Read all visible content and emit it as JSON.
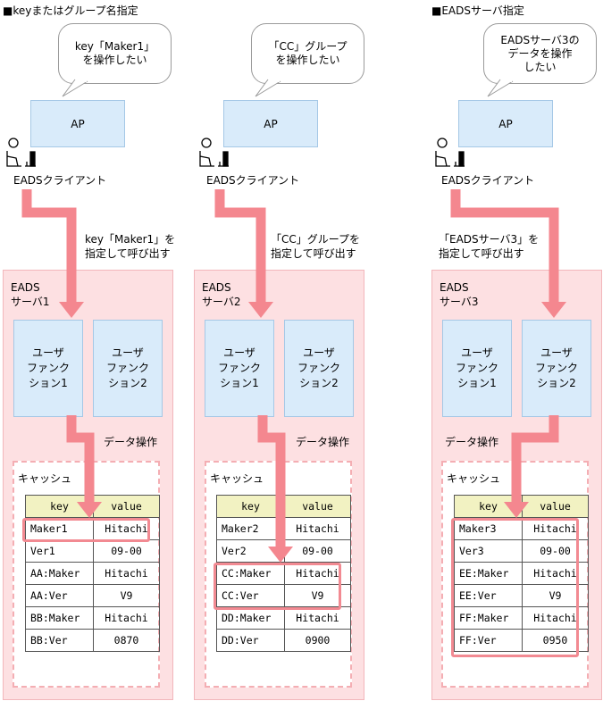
{
  "headings": {
    "left": "■keyまたはグループ名指定",
    "right": "■EADSサーバ指定"
  },
  "scenarios": [
    {
      "bubble": [
        "key「Maker1」",
        "を操作したい"
      ],
      "ap": "AP",
      "client": "EADSクライアント",
      "call": [
        "key「Maker1」を",
        "指定して呼び出す"
      ],
      "server": [
        "EADS",
        "サーバ1"
      ],
      "functions": [
        [
          "ユーザ",
          "ファンク",
          "ション1"
        ],
        [
          "ユーザ",
          "ファンク",
          "ション2"
        ]
      ],
      "operation": "データ操作",
      "cache": "キャッシュ",
      "columns": [
        "key",
        "value"
      ],
      "rows": [
        [
          "Maker1",
          "Hitachi"
        ],
        [
          "Ver1",
          "09-00"
        ],
        [
          "AA:Maker",
          "Hitachi"
        ],
        [
          "AA:Ver",
          "V9"
        ],
        [
          "BB:Maker",
          "Hitachi"
        ],
        [
          "BB:Ver",
          "0870"
        ]
      ]
    },
    {
      "bubble": [
        "「CC」グループ",
        "を操作したい"
      ],
      "ap": "AP",
      "client": "EADSクライアント",
      "call": [
        "「CC」グループを",
        "指定して呼び出す"
      ],
      "server": [
        "EADS",
        "サーバ2"
      ],
      "functions": [
        [
          "ユーザ",
          "ファンク",
          "ション1"
        ],
        [
          "ユーザ",
          "ファンク",
          "ション2"
        ]
      ],
      "operation": "データ操作",
      "cache": "キャッシュ",
      "columns": [
        "key",
        "value"
      ],
      "rows": [
        [
          "Maker2",
          "Hitachi"
        ],
        [
          "Ver2",
          "09-00"
        ],
        [
          "CC:Maker",
          "Hitachi"
        ],
        [
          "CC:Ver",
          "V9"
        ],
        [
          "DD:Maker",
          "Hitachi"
        ],
        [
          "DD:Ver",
          "0900"
        ]
      ]
    },
    {
      "bubble": [
        "EADSサーバ3の",
        "データを操作",
        "したい"
      ],
      "ap": "AP",
      "client": "EADSクライアント",
      "call": [
        "「EADSサーバ3」を",
        "指定して呼び出す"
      ],
      "server": [
        "EADS",
        "サーバ3"
      ],
      "functions": [
        [
          "ユーザ",
          "ファンク",
          "ション1"
        ],
        [
          "ユーザ",
          "ファンク",
          "ション2"
        ]
      ],
      "operation": "データ操作",
      "cache": "キャッシュ",
      "columns": [
        "key",
        "value"
      ],
      "rows": [
        [
          "Maker3",
          "Hitachi"
        ],
        [
          "Ver3",
          "09-00"
        ],
        [
          "EE:Maker",
          "Hitachi"
        ],
        [
          "EE:Ver",
          "V9"
        ],
        [
          "FF:Maker",
          "Hitachi"
        ],
        [
          "FF:Ver",
          "0950"
        ]
      ]
    }
  ],
  "colors": {
    "arrow": "#f4878f",
    "server_bg": "#fde0e2",
    "box_bg": "#d9ebfa",
    "table_header": "#f2f2c2"
  }
}
